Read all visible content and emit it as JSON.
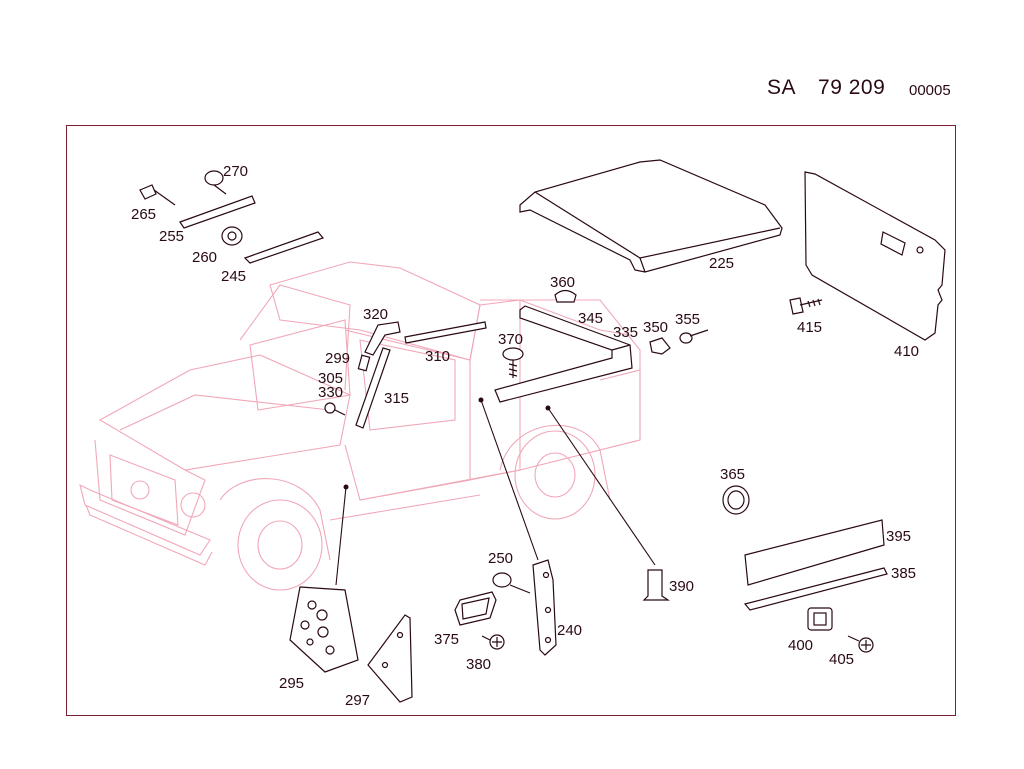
{
  "header": {
    "prefix": "SA",
    "number": "79 209",
    "suffix": "00005"
  },
  "labels": {
    "p225": "225",
    "p240": "240",
    "p245": "245",
    "p250": "250",
    "p255": "255",
    "p260": "260",
    "p265": "265",
    "p270": "270",
    "p295": "295",
    "p297": "297",
    "p299": "299",
    "p305": "305",
    "p310": "310",
    "p315": "315",
    "p320": "320",
    "p330": "330",
    "p335": "335",
    "p345": "345",
    "p350": "350",
    "p355": "355",
    "p360": "360",
    "p365": "365",
    "p370": "370",
    "p375": "375",
    "p380": "380",
    "p385": "385",
    "p390": "390",
    "p395": "395",
    "p400": "400",
    "p405": "405",
    "p410": "410",
    "p415": "415"
  }
}
